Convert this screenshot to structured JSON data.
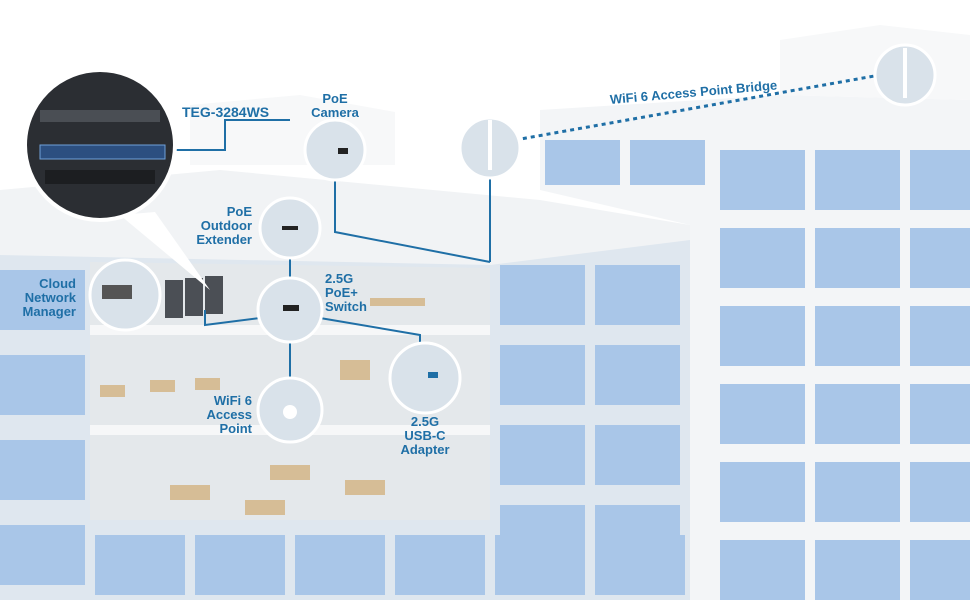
{
  "colors": {
    "label": "#1f6fa6",
    "window": "#a9c6e8",
    "wall": "#eef1f4",
    "interior": "#e3e7ea",
    "inset_dark": "#2b2e33"
  },
  "labels": {
    "switch_model": "TEG-3284WS",
    "camera": [
      "PoE",
      "Camera"
    ],
    "bridge": "WiFi 6 Access Point Bridge",
    "extender": [
      "PoE",
      "Outdoor",
      "Extender"
    ],
    "cloud": [
      "Cloud",
      "Network",
      "Manager"
    ],
    "poe_switch": [
      "2.5G",
      "PoE+",
      "Switch"
    ],
    "access_point": [
      "WiFi 6",
      "Access",
      "Point"
    ],
    "usb_adapter": [
      "2.5G",
      "USB-C",
      "Adapter"
    ]
  }
}
